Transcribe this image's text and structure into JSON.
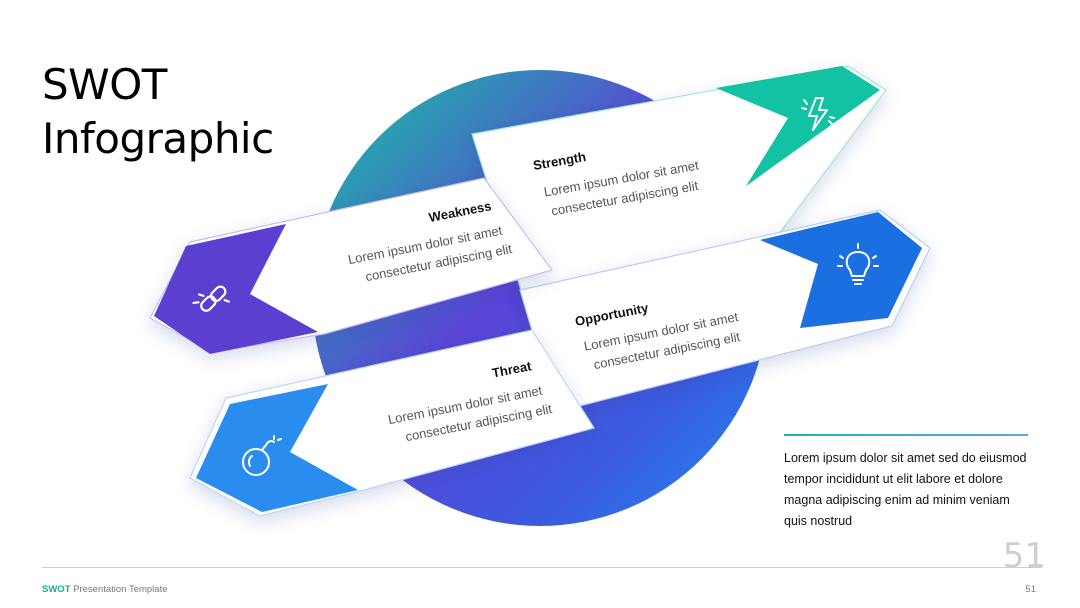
{
  "title": {
    "line1": "SWOT",
    "line2": "Infographic"
  },
  "cards": {
    "strength": {
      "title": "Strength",
      "line1": "Lorem ipsum dolor sit amet",
      "line2": "consectetur adipiscing elit"
    },
    "weakness": {
      "title": "Weakness",
      "line1": "Lorem ipsum dolor sit amet",
      "line2": "consectetur adipiscing elit"
    },
    "opportunity": {
      "title": "Opportunity",
      "line1": "Lorem ipsum dolor sit amet",
      "line2": "consectetur adipiscing elit"
    },
    "threat": {
      "title": "Threat",
      "line1": "Lorem ipsum dolor sit amet",
      "line2": "consectetur adipiscing elit"
    }
  },
  "icons": {
    "strength": "lightning-icon",
    "weakness": "chain-link-icon",
    "opportunity": "lightbulb-icon",
    "threat": "bomb-icon"
  },
  "colors": {
    "teal": "#12c3a3",
    "purple": "#5b3fd1",
    "blue": "#1b6fe0",
    "light_blue": "#2b8cf0"
  },
  "note": "Lorem ipsum dolor sit amet sed do eiusmod tempor incididunt ut elit labore et dolore magna adipiscing enim ad minim veniam quis nostrud",
  "page_number": "51",
  "footer": {
    "brand": "SWOT",
    "label": "Presentation Template",
    "page": "51"
  }
}
